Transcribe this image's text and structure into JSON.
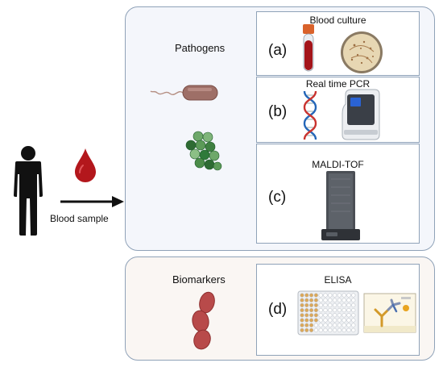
{
  "left": {
    "caption": "Blood sample",
    "icons": {
      "person": "person-silhouette-icon",
      "drop": "blood-drop-icon",
      "arrow": "arrow-right-icon"
    }
  },
  "pathogens": {
    "heading": "Pathogens",
    "icons": [
      "rod-bacterium-icon",
      "coccus-cluster-icon"
    ],
    "panel_color": "#f4f6fb"
  },
  "methods": [
    {
      "letter": "(a)",
      "title": "Blood culture",
      "icons": [
        "blood-tube-icon",
        "petri-dish-icon"
      ]
    },
    {
      "letter": "(b)",
      "title": "Real time PCR",
      "icons": [
        "dna-helix-icon",
        "pcr-machine-icon"
      ]
    },
    {
      "letter": "(c)",
      "title": "MALDI-TOF",
      "icons": [
        "mass-spectrometer-icon"
      ]
    }
  ],
  "biomarkers": {
    "heading": "Biomarkers",
    "icons": [
      "biomarker-molecule-icon"
    ],
    "panel_color": "#faf6f3",
    "method": {
      "letter": "(d)",
      "title": "ELISA",
      "icons": [
        "microplate-icon",
        "antibody-assay-icon"
      ]
    }
  },
  "colors": {
    "border": "#8fa2b8",
    "blood": "#b3171c",
    "bacteria": "#2f7a3a",
    "biomarker": "#b84a4a"
  }
}
